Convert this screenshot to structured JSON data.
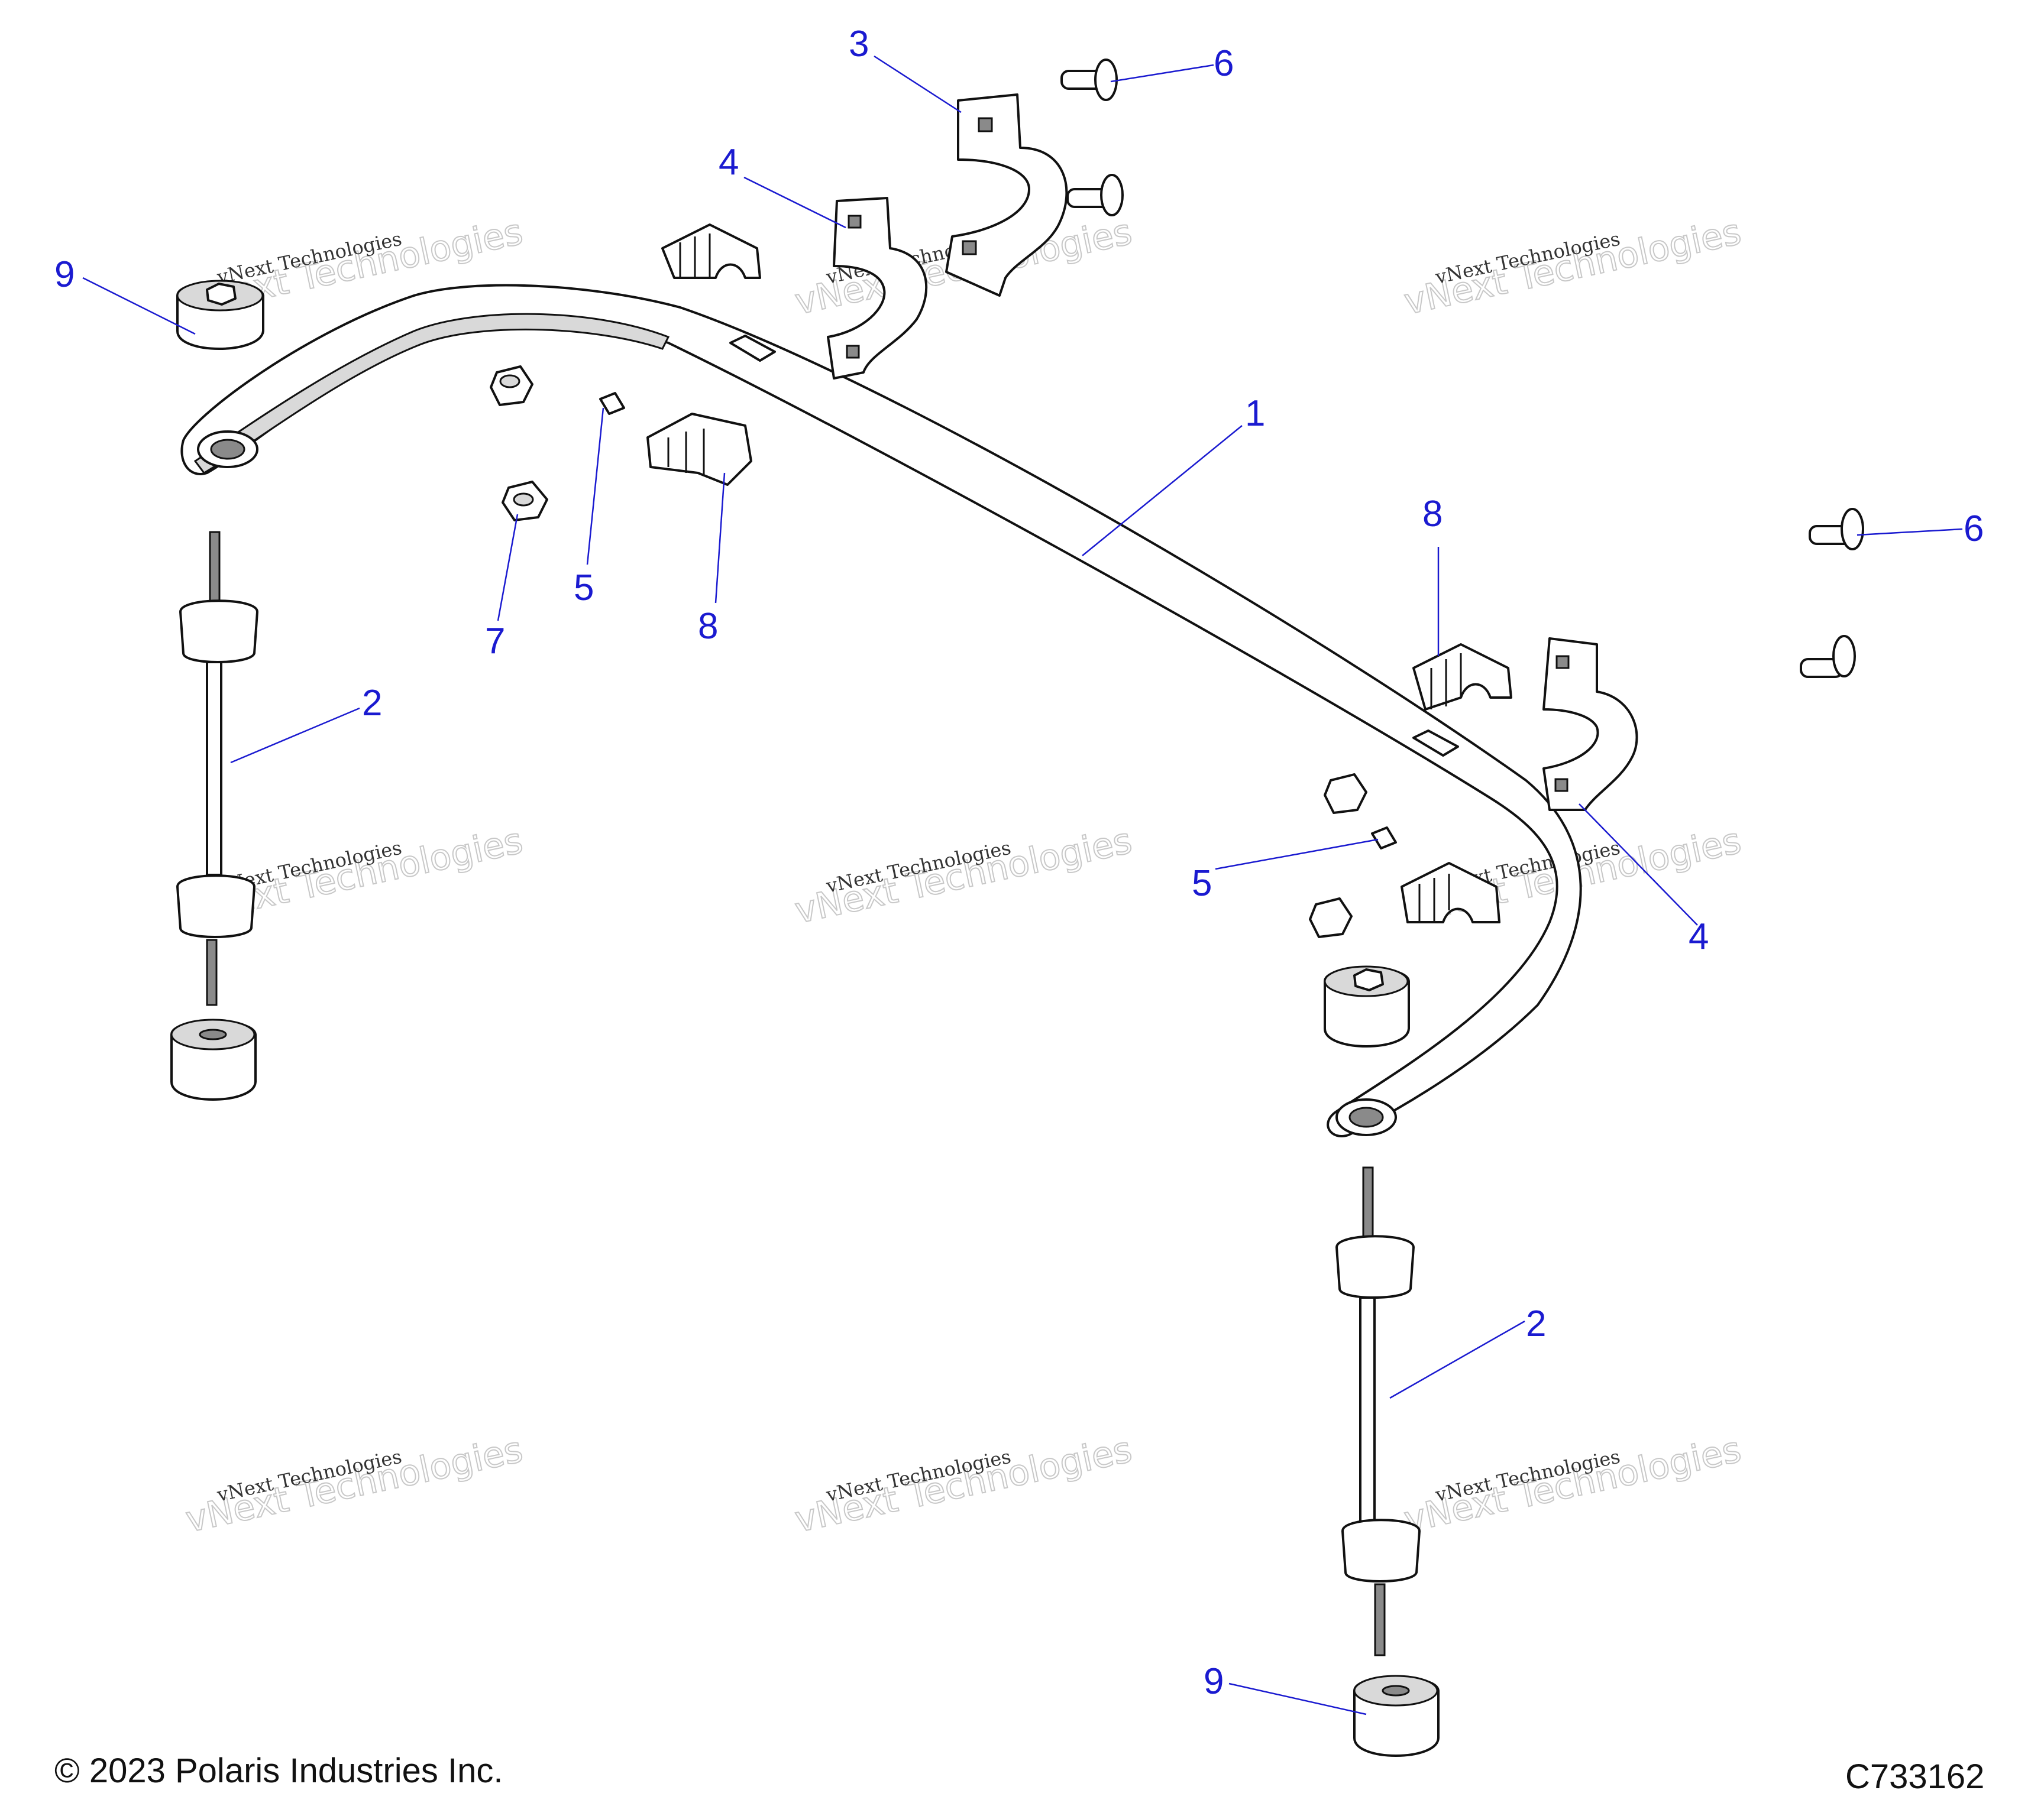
{
  "diagram": {
    "callouts": [
      {
        "id": "c1",
        "label": "1"
      },
      {
        "id": "c2a",
        "label": "2"
      },
      {
        "id": "c2b",
        "label": "2"
      },
      {
        "id": "c3",
        "label": "3"
      },
      {
        "id": "c4a",
        "label": "4"
      },
      {
        "id": "c4b",
        "label": "4"
      },
      {
        "id": "c5a",
        "label": "5"
      },
      {
        "id": "c5b",
        "label": "5"
      },
      {
        "id": "c6a",
        "label": "6"
      },
      {
        "id": "c6b",
        "label": "6"
      },
      {
        "id": "c7",
        "label": "7"
      },
      {
        "id": "c8a",
        "label": "8"
      },
      {
        "id": "c8b",
        "label": "8"
      },
      {
        "id": "c9a",
        "label": "9"
      },
      {
        "id": "c9b",
        "label": "9"
      }
    ],
    "watermark": {
      "line1": "vNext Technologies",
      "line2": "vNext Technologies"
    },
    "colors": {
      "callout": "#1a1ad0",
      "line": "#111111"
    }
  },
  "footer": {
    "copyright": "© 2023 Polaris Industries Inc.",
    "code": "C733162"
  }
}
